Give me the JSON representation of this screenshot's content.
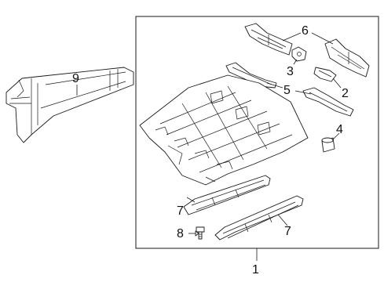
{
  "diagram": {
    "callouts": [
      "1",
      "2",
      "3",
      "4",
      "5",
      "6",
      "7",
      "7",
      "8",
      "9"
    ],
    "colors": {
      "line": "#1a1a1a",
      "background": "#ffffff"
    }
  }
}
